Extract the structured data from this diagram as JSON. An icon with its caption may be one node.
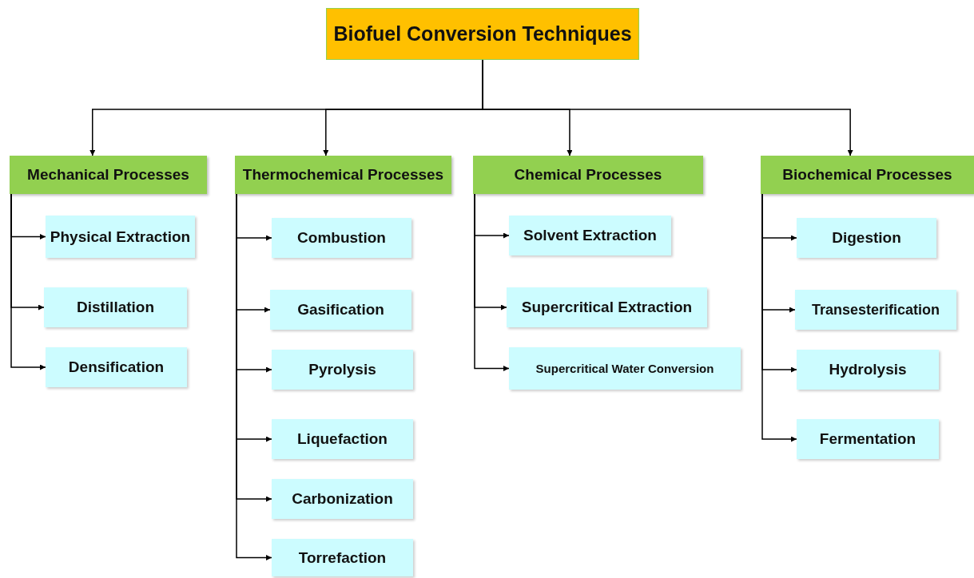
{
  "diagram": {
    "nodes": [
      {
        "text": [
          "Biofuel Conversion Techniques"
        ]
      },
      {
        "text": [
          "Mechanical Processes"
        ]
      },
      {
        "text": [
          "Thermochemical Processes"
        ]
      },
      {
        "text": [
          "Chemical Processes"
        ]
      },
      {
        "text": [
          "Biochemical Processes"
        ]
      },
      {
        "text": [
          "Physical Extraction"
        ]
      },
      {
        "text": [
          "Distillation"
        ]
      },
      {
        "text": [
          "Densification"
        ]
      },
      {
        "text": [
          "Combustion"
        ]
      },
      {
        "text": [
          "Gasification"
        ]
      },
      {
        "text": [
          "Pyrolysis"
        ]
      },
      {
        "text": [
          "Liquefaction"
        ]
      },
      {
        "text": [
          "Carbonization"
        ]
      },
      {
        "text": [
          "Torrefaction"
        ]
      },
      {
        "text": [
          "Solvent Extraction"
        ]
      },
      {
        "text": [
          "Supercritical Extraction"
        ]
      },
      {
        "text": [
          "Supercritical Water Conversion"
        ]
      },
      {
        "text": [
          "Digestion"
        ]
      },
      {
        "text": [
          "Transesterification"
        ]
      },
      {
        "text": [
          "Hydrolysis"
        ]
      },
      {
        "text": [
          "Fermentation"
        ]
      }
    ],
    "edges": [
      {
        "from": 0,
        "to": 1,
        "arrow": "to"
      },
      {
        "from": 0,
        "to": 2,
        "arrow": "to"
      },
      {
        "from": 0,
        "to": 3,
        "arrow": "to"
      },
      {
        "from": 0,
        "to": 4,
        "arrow": "to"
      },
      {
        "from": 1,
        "to": 5,
        "arrow": "to"
      },
      {
        "from": 1,
        "to": 6,
        "arrow": "to"
      },
      {
        "from": 1,
        "to": 7,
        "arrow": "to"
      },
      {
        "from": 2,
        "to": 8,
        "arrow": "to"
      },
      {
        "from": 2,
        "to": 9,
        "arrow": "to"
      },
      {
        "from": 2,
        "to": 10,
        "arrow": "to"
      },
      {
        "from": 2,
        "to": 11,
        "arrow": "to"
      },
      {
        "from": 2,
        "to": 12,
        "arrow": "to"
      },
      {
        "from": 2,
        "to": 13,
        "arrow": "to"
      },
      {
        "from": 3,
        "to": 14,
        "arrow": "to"
      },
      {
        "from": 3,
        "to": 15,
        "arrow": "to"
      },
      {
        "from": 3,
        "to": 16,
        "arrow": "to"
      },
      {
        "from": 4,
        "to": 17,
        "arrow": "to"
      },
      {
        "from": 4,
        "to": 18,
        "arrow": "to"
      },
      {
        "from": 4,
        "to": 19,
        "arrow": "to"
      },
      {
        "from": 4,
        "to": 20,
        "arrow": "to"
      }
    ]
  }
}
